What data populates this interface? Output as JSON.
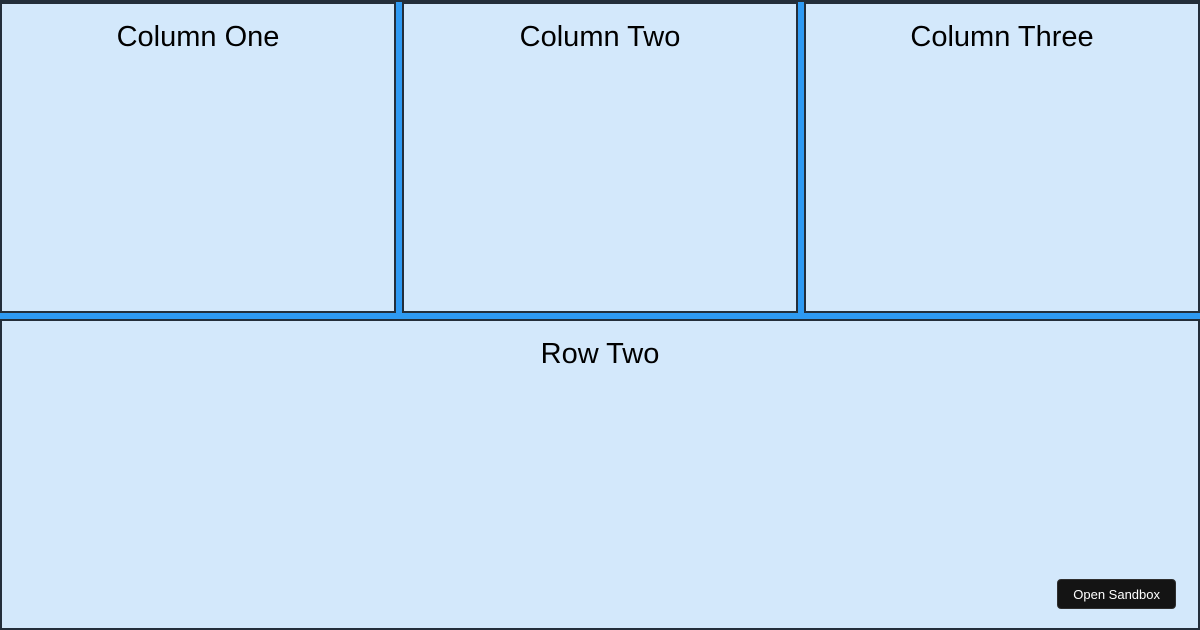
{
  "panels": [
    {
      "id": "column-one",
      "label": "Column One"
    },
    {
      "id": "column-two",
      "label": "Column Two"
    },
    {
      "id": "column-three",
      "label": "Column Three"
    },
    {
      "id": "row-two",
      "label": "Row Two"
    }
  ],
  "button": {
    "label": "Open Sandbox"
  },
  "colors": {
    "background": "#2e9af3",
    "panel": "#d3e8fb",
    "border": "#232e3a",
    "button_bg": "#141414",
    "button_text": "#ffffff",
    "label_color": "#000000"
  }
}
